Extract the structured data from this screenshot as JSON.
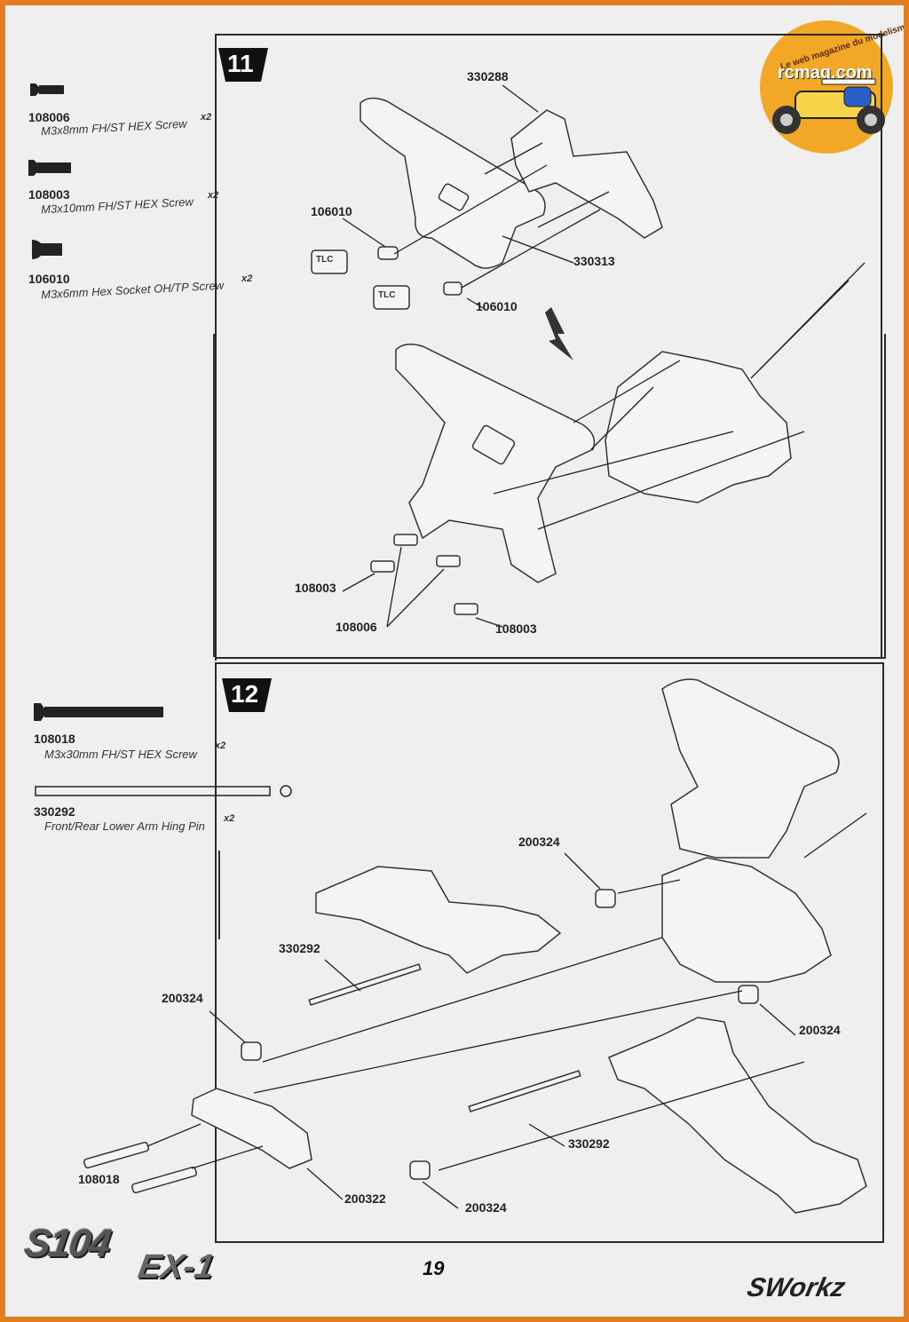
{
  "page_number": "19",
  "model_logo": "S104",
  "model_logo_suffix": "EX-1",
  "brand": "SWorkz",
  "watermark": {
    "site": "rcmag.com",
    "tagline": "Le web magazine du modelisme"
  },
  "step11": {
    "step_number": "11",
    "parts": [
      {
        "code": "108006",
        "desc": "M3x8mm FH/ST HEX Screw",
        "qty": "x2"
      },
      {
        "code": "108003",
        "desc": "M3x10mm FH/ST HEX Screw",
        "qty": "x2"
      },
      {
        "code": "106010",
        "desc": "M3x6mm Hex Socket OH/TP Screw",
        "qty": "x2"
      }
    ],
    "callouts": [
      "330288",
      "106010",
      "330313",
      "106010",
      "108003",
      "108006",
      "108003"
    ],
    "thread_lock_label": "TLC"
  },
  "step12": {
    "step_number": "12",
    "parts": [
      {
        "code": "108018",
        "desc": "M3x30mm FH/ST HEX Screw",
        "qty": "x2"
      },
      {
        "code": "330292",
        "desc": "Front/Rear Lower Arm Hing Pin",
        "qty": "x2"
      }
    ],
    "callouts": [
      "200324",
      "330292",
      "200324",
      "200324",
      "330292",
      "108018",
      "200322",
      "200324"
    ]
  }
}
